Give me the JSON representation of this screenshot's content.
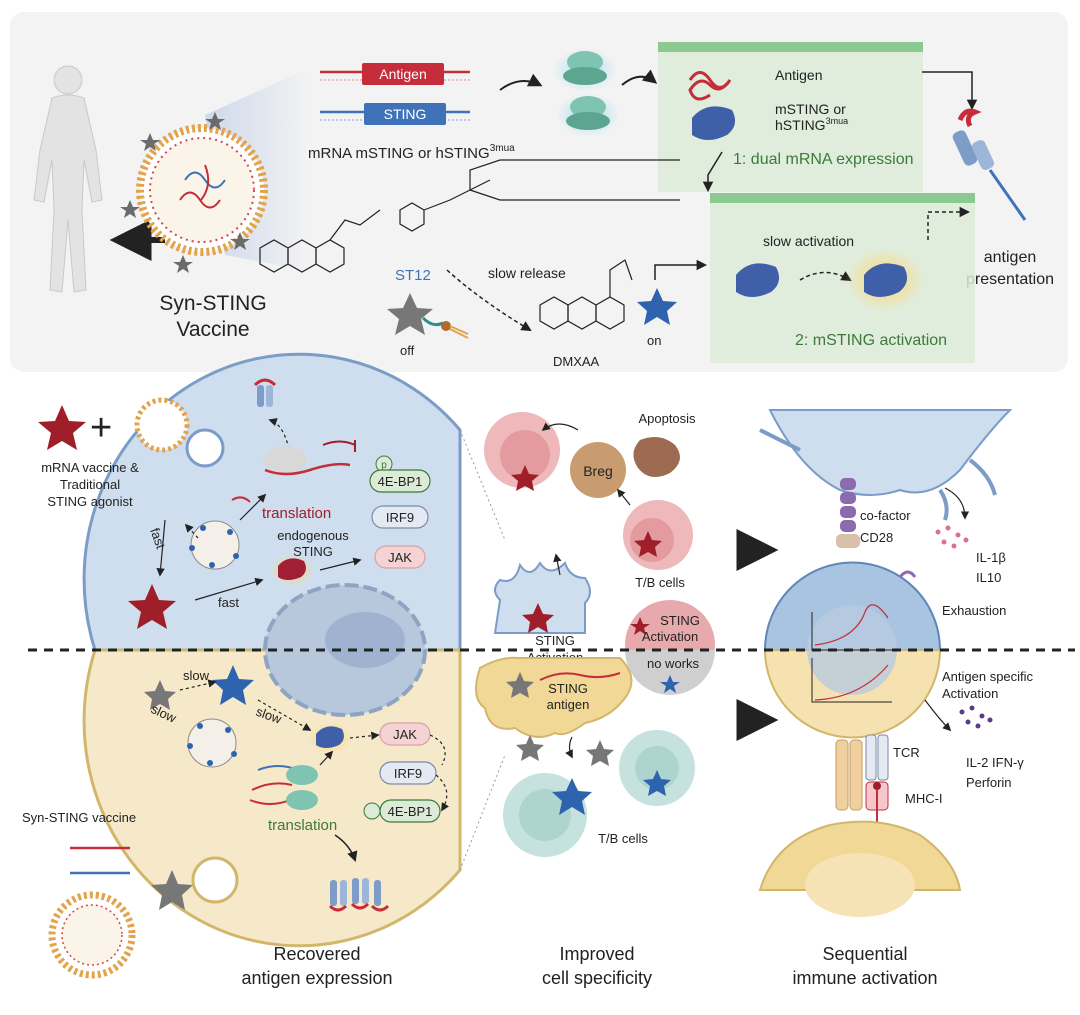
{
  "top_panel": {
    "antigen_tag": "Antigen",
    "sting_tag": "STING",
    "mrna_label": "mRNA mSTING or hSTING",
    "mrna_label_sup": "3mua",
    "box1_antigen": "Antigen",
    "box1_msting_line1": "mSTING or",
    "box1_msting_line2": "hSTING",
    "box1_msting_sup": "3mua",
    "box1_caption": "1: dual mRNA expression",
    "slow_activation": "slow activation",
    "box2_caption": "2: mSTING activation",
    "antigen_presentation_line1": "antigen",
    "antigen_presentation_line2": "presentation",
    "st12": "ST12",
    "off": "off",
    "slow_release": "slow release",
    "dmxaa": "DMXAA",
    "on": "on",
    "vaccine_line1": "Syn-STING",
    "vaccine_line2": "Vaccine"
  },
  "bottom_left": {
    "traditional_line1": "mRNA vaccine &",
    "traditional_line2": "Traditional",
    "traditional_line3": "STING agonist",
    "translation_top": "translation",
    "endogenous_line1": "endogenous",
    "endogenous_line2": "STING",
    "fast_1": "fast",
    "fast_2": "fast",
    "p_badge": "p",
    "ebp1_top": "4E-BP1",
    "irf9_top": "IRF9",
    "jak_top": "JAK",
    "slow_1": "slow",
    "slow_2": "slow",
    "slow_3": "slow",
    "jak_bottom": "JAK",
    "irf9_bottom": "IRF9",
    "ebp1_bottom": "4E-BP1",
    "translation_bottom": "translation",
    "syn_sting_vaccine": "Syn-STING vaccine",
    "caption_line1": "Recovered",
    "caption_line2": "antigen expression"
  },
  "bottom_middle": {
    "apoptosis": "Apoptosis",
    "breg": "Breg",
    "tb_cells_top": "T/B cells",
    "sting_activation_line1": "STING",
    "sting_activation_line2": "Activation",
    "no_works": "no works",
    "dc_line1": "STING",
    "dc_line2": "Activation",
    "sting_antigen_line1": "STING",
    "sting_antigen_line2": "antigen",
    "tb_cells_bottom": "T/B cells",
    "caption_line1": "Improved",
    "caption_line2": "cell specificity"
  },
  "bottom_right": {
    "cofactor": "co-factor",
    "cd28": "CD28",
    "il1b": "IL-1β",
    "il10": "IL10",
    "exhaustion": "Exhaustion",
    "antigen_specific_line1": "Antigen specific",
    "antigen_specific_line2": "Activation",
    "tcr": "TCR",
    "il2": "IL-2 IFN-γ",
    "perforin": "Perforin",
    "mhc": "MHC-I",
    "caption_line1": "Sequential",
    "caption_line2": "immune activation"
  },
  "colors": {
    "antigen_red": "#c62d3a",
    "sting_blue": "#3f72b8",
    "box_green": "#dcebd8",
    "box_green_bar": "#8cc990",
    "caption_green": "#3c7a3a",
    "star_red": "#9e1f2a",
    "star_blue": "#2e63b0",
    "star_grey": "#6b6b6b",
    "cell_blue": "#cfdeee",
    "cell_yellow": "#f6e9c9",
    "tcell_red": "#efb8bb",
    "tcell_teal": "#c6e2de"
  }
}
